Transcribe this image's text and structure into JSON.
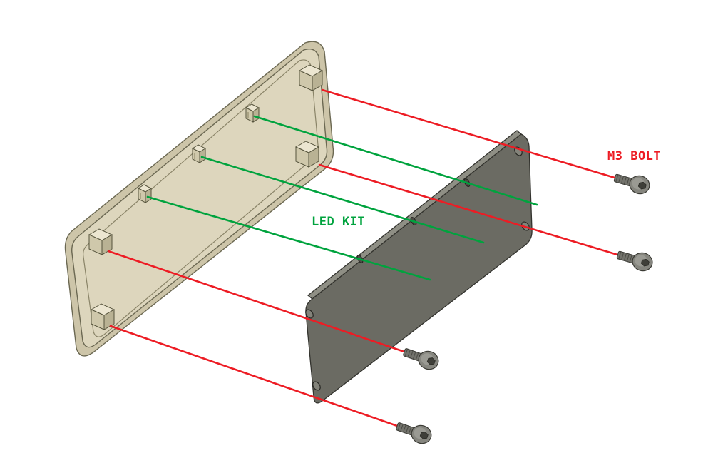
{
  "labels": {
    "m3_bolt": "M3 BOLT",
    "led_kit": "LED KIT"
  },
  "colors": {
    "bolt_annotation": "#ed1c24",
    "led_annotation": "#00a33e",
    "panel_face": "#ddd6bd",
    "panel_rim": "#cdc5a9",
    "plate_face": "#6b6b63",
    "bolt_metal": "#85857e",
    "background": "#ffffff"
  },
  "counts": {
    "bolts": 4,
    "bolt_leader_lines": 4,
    "led_leader_lines": 3,
    "panel_mounting_tabs": 4,
    "led_clips": 3
  }
}
